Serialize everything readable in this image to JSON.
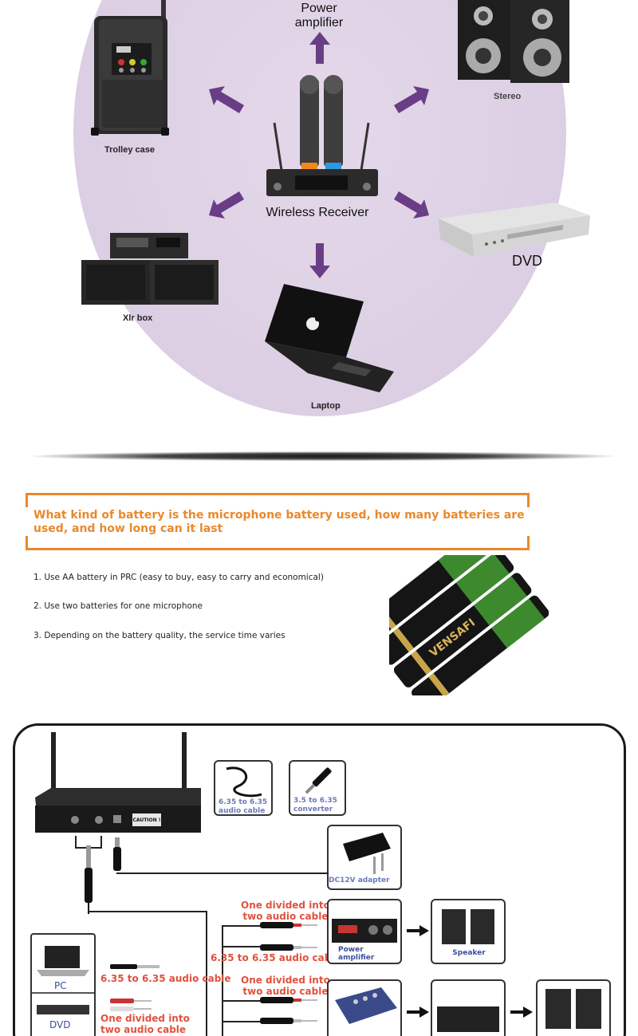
{
  "connection": {
    "power_amplifier": "Power\namplifier",
    "stereo": "Stereo",
    "trolley_case": "Trolley case",
    "wireless_receiver": "Wireless Receiver",
    "dvd": "DVD",
    "xlr_box": "Xlr box",
    "laptop": "Laptop",
    "colors": {
      "circle": "#ddd0e4",
      "arrow": "#6a3d87"
    }
  },
  "battery": {
    "heading": "What kind of battery is the microphone battery used, how many batteries are used, and how long can it last",
    "items": [
      "1. Use AA battery in PRC (easy to buy, easy to carry and economical)",
      "2. Use two batteries for one microphone",
      "3. Depending on the battery quality, the service time varies"
    ],
    "brand": "VENSAFI",
    "colors": {
      "heading": "#e8892e"
    }
  },
  "diagram": {
    "cable_6_35": "6.35 to 6.35\naudio cable",
    "converter": "3.5 to 6.35\nconverter",
    "adapter": "DC12V adapter",
    "caution": "CAUTION !",
    "one_divided_1": "One divided into\ntwo audio cable",
    "cable_6_35_line": "6.35 to 6.35 audio cable",
    "power_amplifier": "Power\namplifier",
    "speaker": "Speaker",
    "one_divided_2": "One divided into\ntwo audio cable",
    "pc": "PC",
    "dvd": "DVD",
    "left_cable_1": "6.35 to 6.35 audio cable",
    "left_cable_2": "One divided into\ntwo audio cable",
    "colors": {
      "red_label": "#e0523f",
      "blue_label": "#6b7ab8"
    }
  }
}
